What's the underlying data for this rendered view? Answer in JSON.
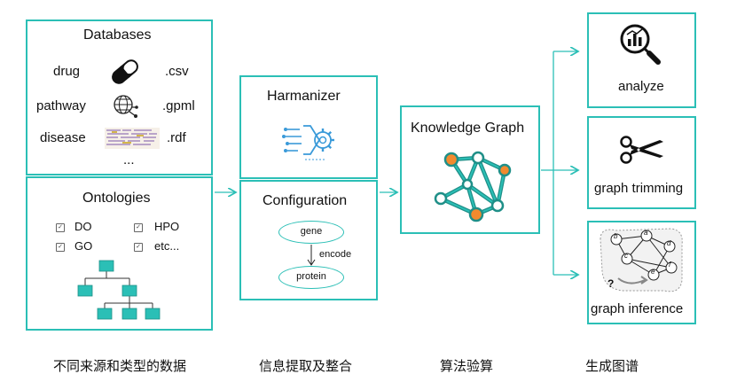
{
  "databases": {
    "title": "Databases",
    "rows": [
      {
        "name": "drug",
        "format": ".csv"
      },
      {
        "name": "pathway",
        "format": ".gpml"
      },
      {
        "name": "disease",
        "format": ".rdf"
      }
    ],
    "more": "..."
  },
  "ontologies": {
    "title": "Ontologies",
    "items": [
      "DO",
      "HPO",
      "GO",
      "etc..."
    ]
  },
  "harmanizer": {
    "title": "Harmanizer"
  },
  "configuration": {
    "title": "Configuration",
    "node_gene": "gene",
    "edge_label": "encode",
    "node_protein": "protein"
  },
  "knowledge_graph": {
    "title": "Knowledge Graph"
  },
  "outputs": {
    "analyze": "analyze",
    "trimming": "graph trimming",
    "inference": "graph inference",
    "question_mark": "?",
    "inference_nodes": [
      "b",
      "a",
      "d",
      "c",
      "f",
      "e"
    ]
  },
  "captions": [
    "不同来源和类型的数据",
    "信息提取及整合",
    "算法验算",
    "生成图谱"
  ],
  "colors": {
    "accent": "#2bbfb6",
    "orange": "#f28a2e",
    "tree": "#2bbfb6"
  }
}
